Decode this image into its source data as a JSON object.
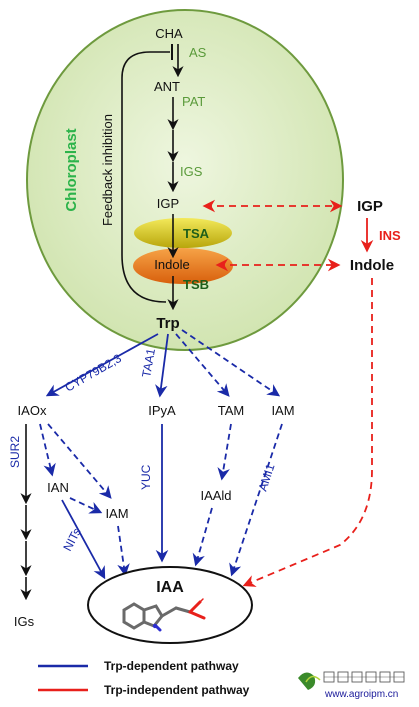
{
  "chloroplast": {
    "label": "Chloroplast",
    "feedback_label": "Feedback inhibition"
  },
  "nodes": {
    "cha": "CHA",
    "ant": "ANT",
    "igp_in": "IGP",
    "indole_in": "Indole",
    "trp": "Trp",
    "igp_out": "IGP",
    "indole_out": "Indole",
    "iaox": "IAOx",
    "ipya": "IPyA",
    "tam": "TAM",
    "iam_top": "IAM",
    "ian": "IAN",
    "iam_mid": "IAM",
    "iaald": "IAAld",
    "iaa": "IAA",
    "igs": "IGs"
  },
  "enzymes": {
    "as": "AS",
    "pat": "PAT",
    "igs": "IGS",
    "tsa": "TSA",
    "tsb": "TSB",
    "ins": "INS",
    "cyp": "CYP79B2,3",
    "taa1": "TAA1",
    "sur2": "SUR2",
    "yuc": "YUC",
    "ami1": "AMI1",
    "nits": "NITs"
  },
  "legend": {
    "dependent": "Trp-dependent pathway",
    "independent": "Trp-independent pathway"
  },
  "watermark": {
    "url": "www.agroipm.cn"
  },
  "colors": {
    "chloroplast_fill": "#dcebc4",
    "chloroplast_stroke": "#6e9a3e",
    "chloroplast_label": "#2cb34a",
    "tsa_fill": "#d8c613",
    "tsb_fill": "#ef7f1a",
    "dependent": "#1a2aa8",
    "independent": "#e8201b",
    "enzyme_green": "#5a9a3a"
  }
}
